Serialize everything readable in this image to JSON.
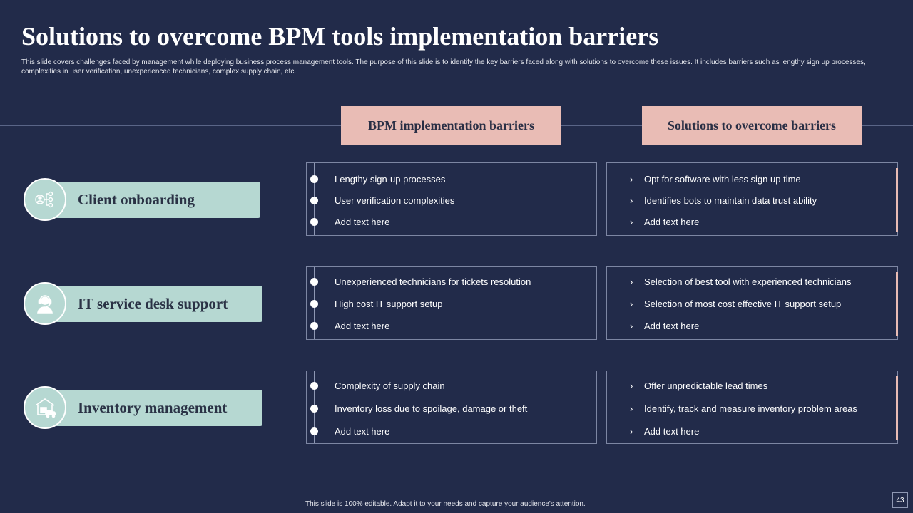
{
  "slide": {
    "title": "Solutions to overcome BPM tools implementation barriers",
    "subtitle": "This slide covers challenges faced by management while deploying business process management tools. The purpose of this slide is to identify the key barriers faced along with solutions to overcome these issues. It includes barriers such as lengthy sign up processes, complexities in user verification, unexperienced technicians, complex supply chain, etc.",
    "footer": "This slide is 100% editable.  Adapt it to your needs and capture your audience's attention.",
    "page_number": "43"
  },
  "headers": {
    "barriers": "BPM implementation barriers",
    "solutions": "Solutions to overcome barriers"
  },
  "rows": [
    {
      "category": "Client onboarding",
      "icon": "network-user-icon",
      "barriers": [
        "Lengthy sign-up processes",
        "User verification  complexities",
        "Add text here"
      ],
      "solutions": [
        "Opt for software with less sign up time",
        "Identifies bots to maintain data trust ability",
        "Add text here"
      ]
    },
    {
      "category": "IT service desk support",
      "icon": "headset-agent-icon",
      "barriers": [
        "Unexperienced  technicians for tickets resolution",
        "High cost IT support setup",
        "Add text here"
      ],
      "solutions": [
        "Selection of best tool with experienced technicians",
        "Selection of most cost effective  IT support setup",
        "Add text here"
      ]
    },
    {
      "category": "Inventory management",
      "icon": "warehouse-truck-icon",
      "barriers": [
        "Complexity of supply chain",
        "Inventory  loss due to spoilage, damage  or theft",
        "Add text here"
      ],
      "solutions": [
        "Offer  unpredictable  lead times",
        "Identify, track and measure inventory  problem areas",
        "Add text here"
      ]
    }
  ],
  "colors": {
    "background": "#222b4a",
    "header_fill": "#e9bcb5",
    "category_fill": "#b6d8d2"
  }
}
